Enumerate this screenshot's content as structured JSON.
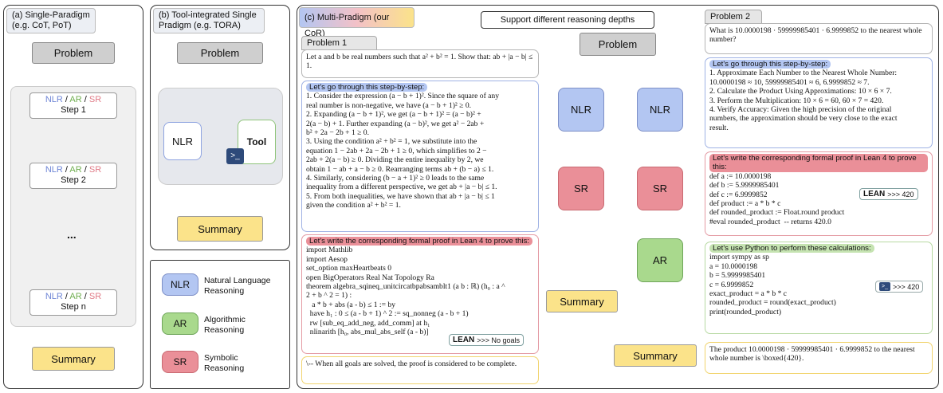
{
  "panel_a": {
    "title": "(a) Single-Paradigm\n(e.g. CoT, PoT)",
    "problem": "Problem",
    "steps": [
      {
        "label": "Step 1"
      },
      {
        "label": "Step 2"
      },
      {
        "label": "Step n"
      }
    ],
    "nlr": "NLR",
    "ar": "AR",
    "sr": "SR",
    "slash": "/",
    "ellipsis": "...",
    "summary": "Summary"
  },
  "panel_b": {
    "title": "(b) Tool-integrated Single\nPradigm (e.g. TORA)",
    "problem": "Problem",
    "nlr": "NLR",
    "tool": "Tool",
    "summary": "Summary"
  },
  "legend": [
    {
      "abbr": "NLR",
      "text": "Natural Language\nReasoning",
      "color": "#b3c6f2"
    },
    {
      "abbr": "AR",
      "text": "Algorithmic\nReasoning",
      "color": "#a9d98d"
    },
    {
      "abbr": "SR",
      "text": "Symbolic\nReasoning",
      "color": "#ea8f98"
    }
  ],
  "panel_c": {
    "title": "(c) Multi-Pradigm (our CoR)",
    "callout": "Support different reasoning depths",
    "problem": "Problem",
    "left_nlr": "NLR",
    "left_sr": "SR",
    "left_summary": "Summary",
    "right_nlr": "NLR",
    "right_sr": "SR",
    "right_ar": "AR",
    "right_summary": "Summary"
  },
  "problem1": {
    "tag": "Problem 1",
    "text": "Let a and b be real numbers such that a² + b² = 1. Show that: ab + |a − b| ≤ 1.",
    "nlr_header": "Let's go through this step-by-step:",
    "nlr_lines": [
      "1. Consider the expression (a − b + 1)². Since the square of any",
      "real number is non-negative, we have (a − b + 1)² ≥ 0.",
      "2. Expanding (a − b + 1)², we get (a − b + 1)² = (a − b)² +",
      "2(a − b) + 1. Further expanding (a − b)², we get a² − 2ab +",
      "b² + 2a − 2b + 1 ≥ 0.",
      "3. Using the condition a² + b² = 1, we substitute into the",
      "equation 1 − 2ab + 2a − 2b + 1 ≥ 0, which simplifies to 2 −",
      "2ab + 2(a − b) ≥ 0. Dividing the entire inequality by 2, we",
      "obtain 1 − ab + a − b ≥ 0. Rearranging terms ab + (b − a) ≤ 1.",
      "4. Similarly, considering (b − a + 1)² ≥ 0 leads to the same",
      "inequality from a different perspective, we get ab + |a − b| ≤ 1.",
      "5. From both inequalities, we have shown that ab + |a − b| ≤ 1",
      "given the condition a² + b² = 1."
    ],
    "sr_header": "Let's write the corresponding formal proof in Lean 4 to prove this:",
    "sr_lines": [
      "import Mathlib",
      "import Aesop",
      "set_option maxHeartbeats 0",
      "open BigOperators Real Nat Topology Ra",
      "theorem algebra_sqineq_unitcircatbpabsamblt1 (a b : ℝ) (h₀ : a ^",
      "2 + b ^ 2 = 1) :",
      "   a * b + abs (a - b) ≤ 1 := by",
      "  have h₁ : 0 ≤ (a - b + 1) ^ 2 := sq_nonneg (a - b + 1)",
      "  rw [sub_eq_add_neg, add_comm] at h₁",
      "  nlinarith [h₀, abs_mul_abs_self (a - b)]"
    ],
    "lean_logo": "LEAN",
    "lean_result": ">>> No goals",
    "summary_text": "\\-- When all goals are solved, the proof is considered to be complete."
  },
  "problem2": {
    "tag": "Problem 2",
    "text": "What is 10.0000198 · 59999985401 · 6.9999852 to the nearest whole number?",
    "nlr_header": "Let's go through this step-by-step:",
    "nlr_lines": [
      "1. Approximate Each Number to the Nearest Whole Number:",
      "10.0000198 ≈ 10, 59999985401 ≈ 6, 6.9999852 ≈ 7.",
      "2. Calculate the Product Using Approximations: 10 × 6 × 7.",
      "3. Perform the Multiplication: 10 × 6 = 60, 60 × 7 = 420.",
      "4. Verify Accuracy: Given the high precision of the original",
      "numbers, the approximation should be very close to the exact",
      "result."
    ],
    "sr_header": "Let's write the corresponding formal proof in Lean 4 to prove this:",
    "sr_lines": [
      "def a := 10.0000198",
      "def b := 5.9999985401",
      "def c := 6.9999852",
      "def product := a * b * c",
      "def rounded_product := Float.round product",
      "#eval rounded_product  -- returns 420.0"
    ],
    "lean_logo": "LEAN",
    "lean_result": ">>> 420",
    "ar_header": "Let's use Python to perform these calculations:",
    "ar_lines": [
      "import sympy as sp",
      "a = 10.0000198",
      "b = 5.9999985401",
      "c = 6.9999852",
      "exact_product = a * b * c",
      "rounded_product = round(exact_product)",
      "print(rounded_product)"
    ],
    "py_result": ">>> 420",
    "summary_text": "The product 10.0000198 · 59999985401 · 6.9999852 to the nearest whole number is \\boxed{420}."
  }
}
